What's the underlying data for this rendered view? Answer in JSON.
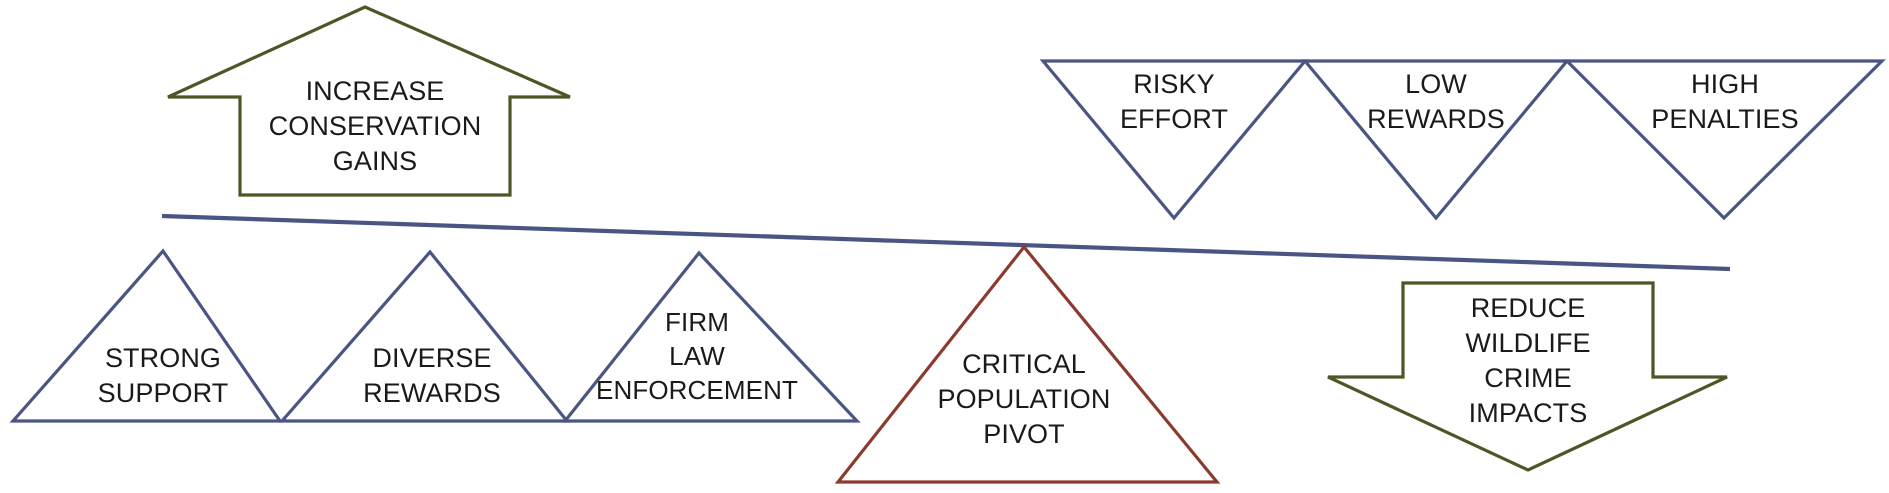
{
  "diagram": {
    "title": "Conservation Balance Seesaw Diagram",
    "type": "balance-scale-diagram",
    "background_color": "#ffffff",
    "colors": {
      "blue_stroke": "#4A5584",
      "olive_stroke": "#4F5524",
      "red_stroke": "#8B3A2E",
      "text": "#1a1a1a"
    },
    "fulcrum": {
      "name": "critical-population-pivot",
      "label": "CRITICAL\nPOPULATION\nPIVOT",
      "shape": "triangle-up",
      "color": "#8B3A2E"
    },
    "beam": {
      "name": "balance-beam",
      "color": "#4A5584",
      "tilt": "right-side-down",
      "left_end": [
        162,
        216
      ],
      "right_end": [
        1730,
        269
      ]
    },
    "left_side": {
      "outcome_arrow": {
        "name": "increase-conservation-gains",
        "label": "INCREASE\nCONSERVATION\nGAINS",
        "direction": "up",
        "color": "#4F5524"
      },
      "drivers": [
        {
          "name": "strong-support",
          "label": "STRONG\nSUPPORT",
          "shape": "triangle-up",
          "color": "#4A5584"
        },
        {
          "name": "diverse-rewards",
          "label": "DIVERSE\nREWARDS",
          "shape": "triangle-up",
          "color": "#4A5584"
        },
        {
          "name": "firm-law-enforcement",
          "label": "FIRM\nLAW\nENFORCEMENT",
          "shape": "triangle-up",
          "color": "#4A5584"
        }
      ]
    },
    "right_side": {
      "outcome_arrow": {
        "name": "reduce-wildlife-crime-impacts",
        "label": "REDUCE\nWILDLIFE\nCRIME\nIMPACTS",
        "direction": "down",
        "color": "#4F5524"
      },
      "drivers": [
        {
          "name": "risky-effort",
          "label": "RISKY\nEFFORT",
          "shape": "triangle-down",
          "color": "#4A5584"
        },
        {
          "name": "low-rewards",
          "label": "LOW\nREWARDS",
          "shape": "triangle-down",
          "color": "#4A5584"
        },
        {
          "name": "high-penalties",
          "label": "HIGH\nPENALTIES",
          "shape": "triangle-down",
          "color": "#4A5584"
        }
      ]
    }
  }
}
